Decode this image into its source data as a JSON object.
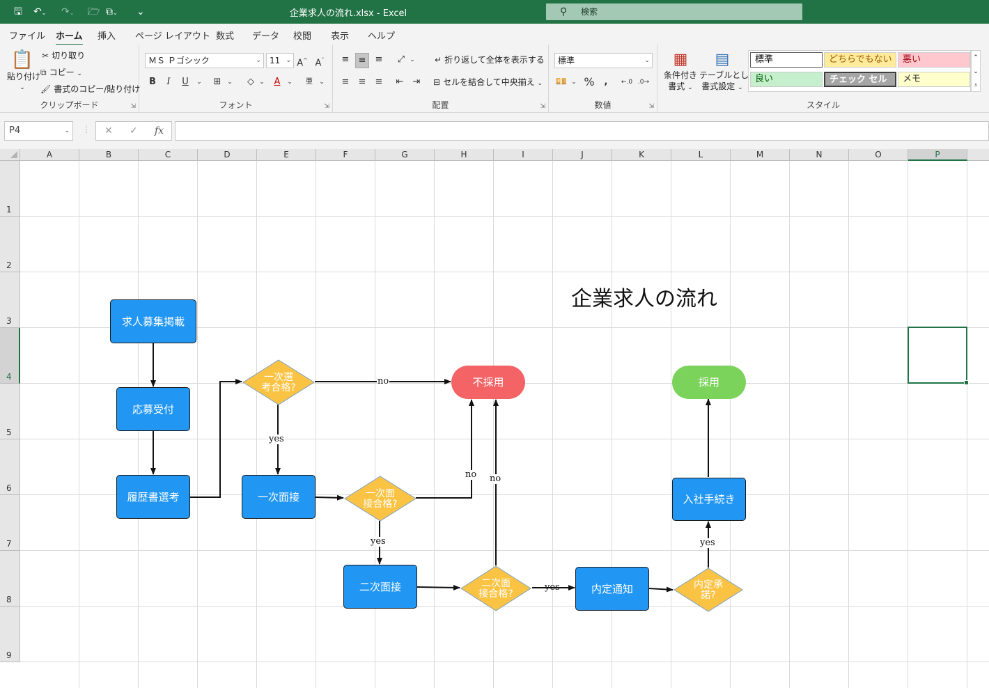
{
  "titlebar": {
    "title": "企業求人の流れ.xlsx  -  Excel",
    "search_placeholder": "検索"
  },
  "menu": {
    "tabs": [
      "ファイル",
      "ホーム",
      "挿入",
      "ページ レイアウト",
      "数式",
      "データ",
      "校閲",
      "表示",
      "ヘルプ"
    ],
    "active": "ホーム"
  },
  "ribbon": {
    "clipboard": {
      "label": "クリップボード",
      "paste": "貼り付け",
      "cut": "切り取り",
      "copy": "コピー",
      "format_painter": "書式のコピー/貼り付け"
    },
    "font": {
      "label": "フォント",
      "font_name": "ＭＳ Ｐゴシック",
      "font_size": "11"
    },
    "alignment": {
      "label": "配置",
      "wrap_text": "折り返して全体を表示する",
      "merge_center": "セルを結合して中央揃え"
    },
    "number": {
      "label": "数値",
      "format": "標準"
    },
    "styles": {
      "label": "スタイル",
      "conditional": [
        "条件付き",
        "書式"
      ],
      "table": [
        "テーブルとして",
        "書式設定"
      ],
      "cells": [
        {
          "label": "標準",
          "bg": "#ffffff",
          "fg": "#000000"
        },
        {
          "label": "どちらでもない",
          "bg": "#ffeb9c",
          "fg": "#9c5700"
        },
        {
          "label": "悪い",
          "bg": "#ffc7ce",
          "fg": "#9c0006"
        },
        {
          "label": "良い",
          "bg": "#c6efce",
          "fg": "#006100"
        },
        {
          "label": "チェック セル",
          "bg": "#a5a5a5",
          "fg": "#ffffff"
        },
        {
          "label": "メモ",
          "bg": "#ffffcc",
          "fg": "#333333"
        }
      ]
    }
  },
  "formula_bar": {
    "name_box": "P4",
    "formula": ""
  },
  "sheet": {
    "columns": [
      "A",
      "B",
      "C",
      "D",
      "E",
      "F",
      "G",
      "H",
      "I",
      "J",
      "K",
      "L",
      "M",
      "N",
      "O",
      "P"
    ],
    "rows": [
      "1",
      "2",
      "3",
      "4",
      "5",
      "6",
      "7",
      "8",
      "9"
    ],
    "selected_cell": "P4"
  },
  "flowchart": {
    "title": "企業求人の流れ",
    "nodes": {
      "posting": "求人募集掲載",
      "accept": "応募受付",
      "screening": "履歴書選考",
      "d1": [
        "一次選",
        "考合格?"
      ],
      "interview1": "一次面接",
      "d2": [
        "一次面",
        "接合格?"
      ],
      "interview2": "二次面接",
      "d3": [
        "二次面",
        "接合格?"
      ],
      "reject": "不採用",
      "offer": "内定通知",
      "d4": [
        "内定承",
        "諾?"
      ],
      "onboarding": "入社手続き",
      "hired": "採用"
    },
    "labels": {
      "no1": "no",
      "yes1": "yes",
      "no2": "no",
      "no3": "no",
      "yes2": "yes",
      "yes3": "yes",
      "yes4": "yes"
    },
    "colors": {
      "process": "#2196f3",
      "decision": "#fbc343",
      "reject": "#f46366",
      "hired": "#7cd35c"
    }
  }
}
